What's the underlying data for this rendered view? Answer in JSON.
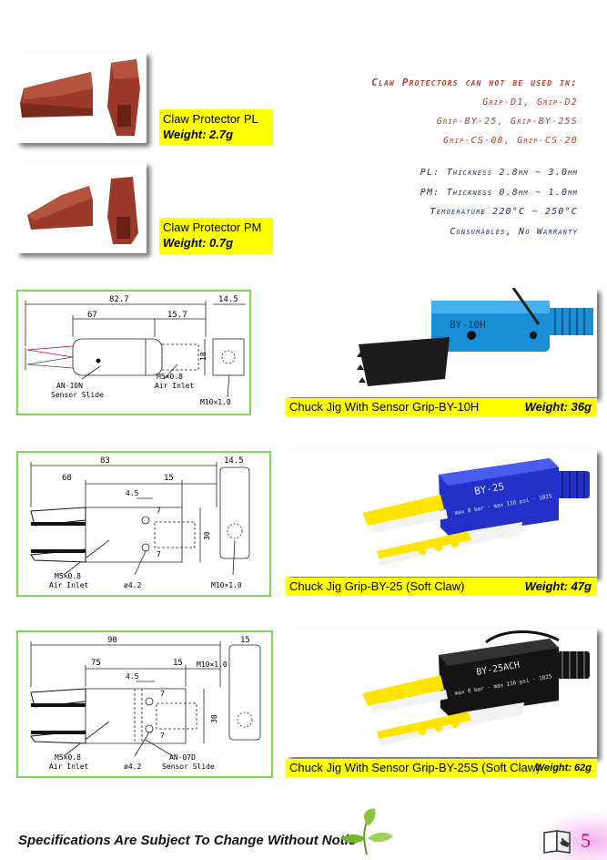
{
  "protectors": [
    {
      "name": "Claw Protector PL",
      "weight": "Weight: 2.7g"
    },
    {
      "name": "Claw Protector PM",
      "weight": "Weight: 0.7g"
    }
  ],
  "notes": {
    "heading": "Claw Protectors can not be used in:",
    "red_lines": [
      "Grip-D1, Grip-D2",
      "Grip-BY-25, Grip-BY-25S",
      "Grip-CS-08, Grip-CS-20"
    ],
    "spec_lines": [
      "PL: Thickness 2.8mm ~ 3.0mm",
      "PM: Thickness 0.8mm ~ 1.0mm",
      "Temoerature 220°C ~ 250°C",
      "Consumables, No Warranty"
    ]
  },
  "products": [
    {
      "name": "Chuck Jig With Sensor  Grip-BY-10H",
      "weight": "Weight: 36g",
      "body_label": "BY-10H",
      "dims": {
        "total": "82.7",
        "body": "67",
        "slot": "15.7",
        "side": "14.5",
        "height": "18",
        "slide": "AN-10N",
        "slide_label": "Sensor Slide",
        "air": "M5×0.8",
        "air_label": "Air Inlet",
        "thread": "M10×1.0"
      }
    },
    {
      "name": "Chuck Jig  Grip-BY-25 (Soft Claw)",
      "weight": "Weight: 47g",
      "body_label": "BY-25",
      "body_sub": "max 8 bar · max 116 psi · 1025",
      "dims": {
        "total": "83",
        "body": "68",
        "slot": "15",
        "side": "14.5",
        "offset": "4.5",
        "height": "30",
        "gap1": "7",
        "gap2": "7",
        "air": "M5×0.8",
        "air_label": "Air Inlet",
        "hole": "ø4.2",
        "thread": "M10×1.0"
      }
    },
    {
      "name": "Chuck Jig With Sensor Grip-BY-25S (Soft Claw)",
      "weight": "Weight: 62g",
      "body_label": "BY-25ACH",
      "body_sub": "max 8 bar · max 116 psi · 1025",
      "dims": {
        "total": "90",
        "body": "75",
        "slot": "15",
        "side": "15",
        "offset": "4.5",
        "height": "30",
        "gap1": "7",
        "gap2": "7",
        "air": "M5×0.8",
        "air_label": "Air Inlet",
        "hole": "ø4.2",
        "slide": "AN-07D",
        "slide_label": "Sensor Slide",
        "thread": "M10×1.0"
      }
    }
  ],
  "footer": {
    "text": "Specifications Are Subject To Change Without Notic",
    "page": "5"
  },
  "colors": {
    "accent_red": "#c0392b",
    "navy": "#1f2f6e",
    "yellow": "#ffff00",
    "frame_green": "#79d65a",
    "pink": "#e0007a"
  }
}
